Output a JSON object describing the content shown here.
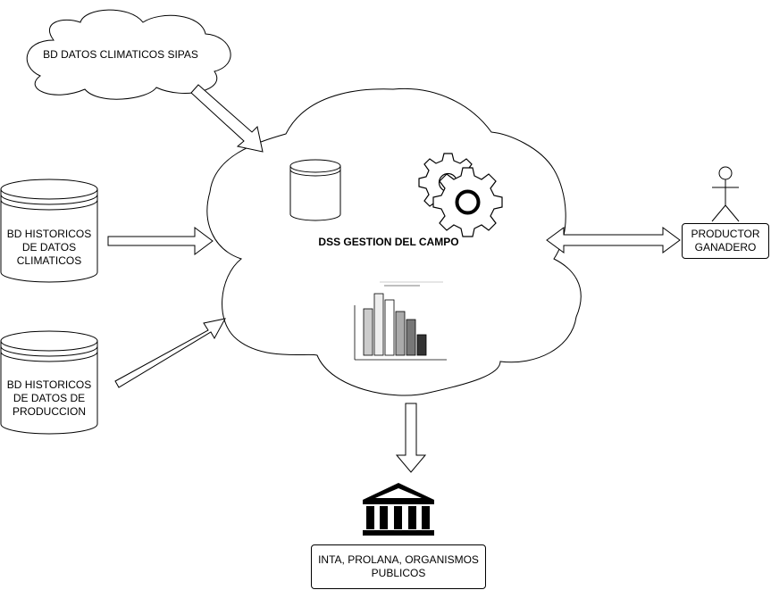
{
  "diagram": {
    "climate_cloud_label": "BD DATOS CLIMATICOS SIPAS",
    "main_cloud_label": "DSS GESTION DEL CAMPO",
    "historic_climate_db_label": "BD HISTORICOS\nDE DATOS\nCLIMATICOS",
    "historic_production_db_label": "BD HISTORICOS\nDE DATOS DE\nPRODUCCION",
    "actor_label": "PRODUCTOR\nGANADERO",
    "institution_label": "INTA, PROLANA, ORGANISMOS\nPUBLICOS"
  }
}
